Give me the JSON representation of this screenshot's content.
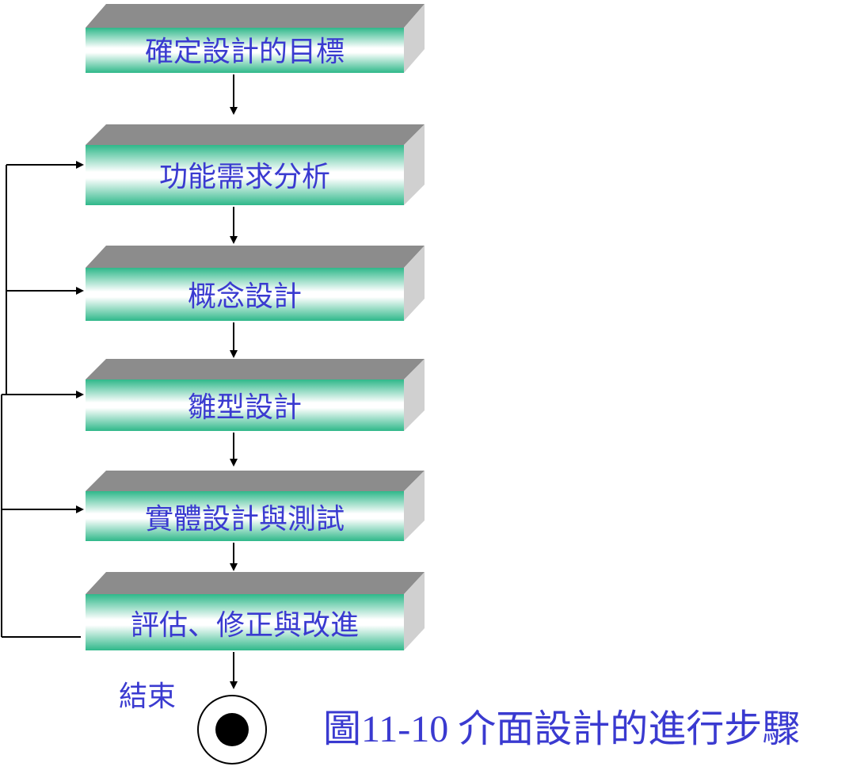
{
  "steps": [
    {
      "label": "確定設計的目標"
    },
    {
      "label": "功能需求分析"
    },
    {
      "label": "概念設計"
    },
    {
      "label": "雛型設計"
    },
    {
      "label": "實體設計與測試"
    },
    {
      "label": "評估、修正與改進"
    }
  ],
  "end_label": "結束",
  "caption": "圖11-10 介面設計的進行步驟",
  "colors": {
    "box_top": "#8c8c8c",
    "box_side": "#d0d0d0",
    "box_edge": "#2fb88a",
    "box_mid": "#ffffff",
    "text": "#3a3ad0",
    "line": "#000000"
  }
}
